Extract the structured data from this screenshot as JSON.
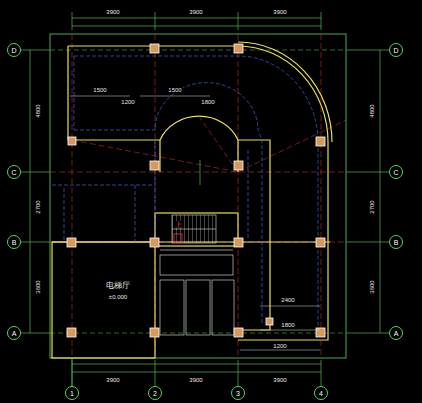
{
  "diagram": {
    "nodes": [
      {
        "text": [
          "D"
        ]
      },
      {
        "text": [
          "C"
        ]
      },
      {
        "text": [
          "B"
        ]
      },
      {
        "text": [
          "A"
        ]
      },
      {
        "text": [
          "D"
        ]
      },
      {
        "text": [
          "C"
        ]
      },
      {
        "text": [
          "B"
        ]
      },
      {
        "text": [
          "A"
        ]
      },
      {
        "text": [
          "1"
        ]
      },
      {
        "text": [
          "2"
        ]
      },
      {
        "text": [
          "3"
        ]
      },
      {
        "text": [
          "4"
        ]
      }
    ],
    "labels": [
      "3900",
      "3900",
      "3900",
      "3900",
      "3900",
      "3900",
      "4800",
      "2700",
      "3600",
      "4800",
      "2700",
      "3600",
      "电梯厅",
      "±0.000",
      "1500",
      "1200",
      "1500",
      "1800",
      "上",
      "2400",
      "1800",
      "1200"
    ]
  }
}
